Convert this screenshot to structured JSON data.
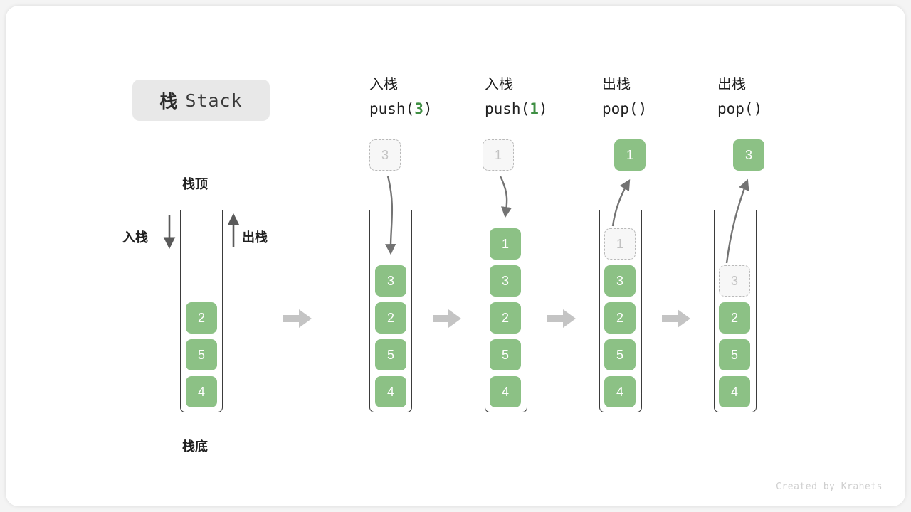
{
  "figure": {
    "title_cn": "栈",
    "title_en": "Stack",
    "credit": "Created by Krahets",
    "accent_green": "#8cc185",
    "accent_green_text": "#3f8f43",
    "ghost_gray": "#c2c2c2",
    "frame_dark": "#3b3b3b",
    "flow_arrow_gray": "#c4c4c4"
  },
  "legend": {
    "top_label": "栈顶",
    "bottom_label": "栈底",
    "push_label": "入栈",
    "pop_label": "出栈",
    "push_arrow_dir": "down",
    "pop_arrow_dir": "up"
  },
  "steps": [
    {
      "id": "initial",
      "op_cn": "",
      "op_code": "",
      "stack": [
        "2",
        "5",
        "4"
      ],
      "external": null,
      "ghost_in_stack": null,
      "arrow": null
    },
    {
      "id": "push-3",
      "op_cn": "入栈",
      "op_code_prefix": "push(",
      "op_code_num": "3",
      "op_code_suffix": ")",
      "stack": [
        "3",
        "2",
        "5",
        "4"
      ],
      "external": {
        "value": "3",
        "style": "ghost"
      },
      "ghost_in_stack": null,
      "arrow": "down-into-stack"
    },
    {
      "id": "push-1",
      "op_cn": "入栈",
      "op_code_prefix": "push(",
      "op_code_num": "1",
      "op_code_suffix": ")",
      "stack": [
        "1",
        "3",
        "2",
        "5",
        "4"
      ],
      "external": {
        "value": "1",
        "style": "ghost"
      },
      "ghost_in_stack": null,
      "arrow": "down-into-stack"
    },
    {
      "id": "pop-1",
      "op_cn": "出栈",
      "op_code_prefix": "pop(",
      "op_code_num": "",
      "op_code_suffix": ")",
      "stack": [
        "3",
        "2",
        "5",
        "4"
      ],
      "external": {
        "value": "1",
        "style": "solid"
      },
      "ghost_in_stack": {
        "value": "1"
      },
      "arrow": "up-out-of-stack"
    },
    {
      "id": "pop-3",
      "op_cn": "出栈",
      "op_code_prefix": "pop(",
      "op_code_num": "",
      "op_code_suffix": ")",
      "stack": [
        "2",
        "5",
        "4"
      ],
      "external": {
        "value": "3",
        "style": "solid"
      },
      "ghost_in_stack": {
        "value": "3"
      },
      "arrow": "up-out-of-stack"
    }
  ],
  "chart_data": {
    "type": "diagram",
    "title": "栈 Stack",
    "description": "Stack push/pop operation sequence",
    "initial_stack_top_to_bottom": [
      "2",
      "5",
      "4"
    ],
    "operations": [
      "push(3)",
      "push(1)",
      "pop()",
      "pop()"
    ],
    "states_top_to_bottom": [
      [
        "2",
        "5",
        "4"
      ],
      [
        "3",
        "2",
        "5",
        "4"
      ],
      [
        "1",
        "3",
        "2",
        "5",
        "4"
      ],
      [
        "3",
        "2",
        "5",
        "4"
      ],
      [
        "2",
        "5",
        "4"
      ]
    ],
    "returned_values": [
      null,
      null,
      null,
      "1",
      "3"
    ]
  }
}
